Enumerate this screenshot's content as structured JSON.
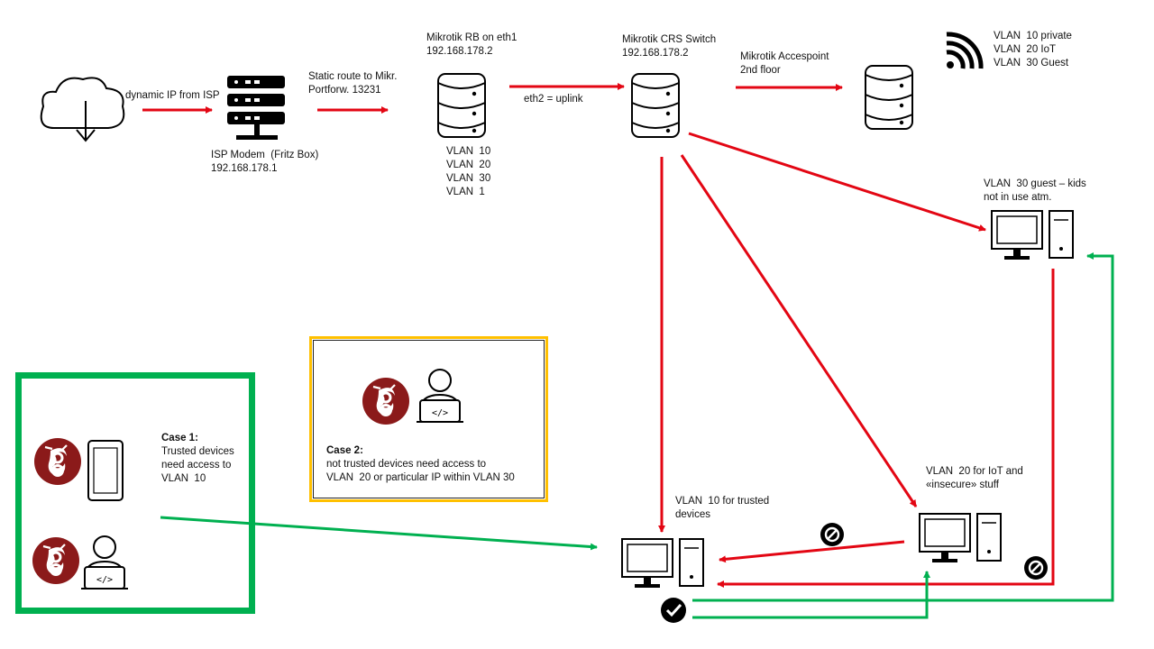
{
  "colors": {
    "red_link": "#e30613",
    "green_link": "#00b050",
    "gold_box": "#ffc000",
    "wireguard": "#8b1a1a",
    "device_stroke": "#000000"
  },
  "icons": {
    "cloud": "cloud-download-icon",
    "modem": "server-rack-icon",
    "router": "database-stack-icon",
    "switch": "database-stack-icon",
    "accesspoint": "database-stack-icon",
    "wifi": "wifi-icon",
    "desktop": "desktop-computer-icon",
    "phone": "smartphone-icon",
    "developer": "developer-laptop-icon",
    "wireguard": "wireguard-logo-icon",
    "blocked": "blocked-icon",
    "allowed": "check-circle-icon"
  },
  "labels": {
    "dynamic_ip": "dynamic IP from ISP",
    "isp_modem": "ISP Modem  (Fritz Box)\n192.168.178.1",
    "static_route": "Static route to Mikr.\nPortforw. 13231",
    "mikrotik_rb": "Mikrotik RB on eth1\n192.168.178.2",
    "rb_vlans": "VLAN  10\nVLAN  20\nVLAN  30\nVLAN  1",
    "eth2_uplink": "eth2 = uplink",
    "crs_switch": "Mikrotik CRS Switch\n192.168.178.2",
    "accesspoint": "Mikrotik Accespoint\n2nd floor",
    "ap_vlans": "VLAN  10 private\nVLAN  20 IoT\nVLAN  30 Guest",
    "vlan30_guest": "VLAN  30 guest – kids\nnot in use atm.",
    "vlan10_trusted": "VLAN  10 for trusted\ndevices",
    "vlan20_iot": "VLAN  20 for IoT and\n«insecure» stuff"
  },
  "cases": {
    "case1_title": "Case 1:",
    "case1_text": "Trusted devices\nneed access to\nVLAN  10",
    "case2_title": "Case 2:",
    "case2_text": "not trusted devices need access to\nVLAN  20 or particular IP within VLAN 30"
  }
}
